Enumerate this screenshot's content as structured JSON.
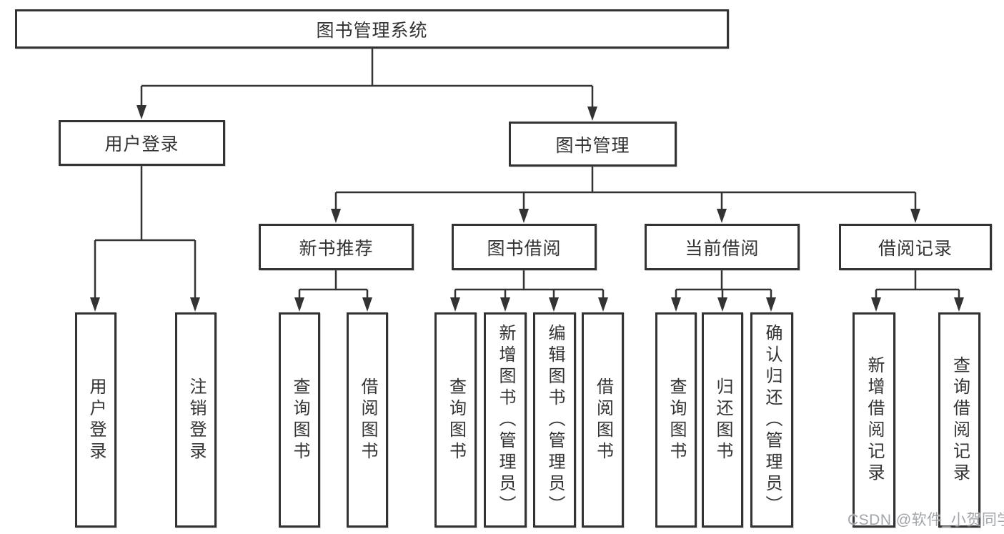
{
  "diagram": {
    "title": "图书管理系统",
    "user_login": {
      "label": "用户登录",
      "children": {
        "login": "用户登录",
        "logout": "注销登录"
      }
    },
    "book_mgmt": {
      "label": "图书管理",
      "new_book": {
        "label": "新书推荐",
        "children": {
          "query": "查询图书",
          "borrow": "借阅图书"
        }
      },
      "borrowing": {
        "label": "图书借阅",
        "children": {
          "query": "查询图书",
          "add": "新增图书（管理员）",
          "edit": "编辑图书（管理员）",
          "borrow": "借阅图书"
        }
      },
      "current": {
        "label": "当前借阅",
        "children": {
          "query": "查询图书",
          "return": "归还图书",
          "confirm": "确认归还（管理员）"
        }
      },
      "records": {
        "label": "借阅记录",
        "children": {
          "add": "新增借阅记录",
          "query": "查询借阅记录"
        }
      }
    }
  },
  "watermark": "CSDN @软件_小贺同学",
  "colors": {
    "line": "#333333",
    "box_border": "#333333",
    "text": "#333333",
    "watermark": "#a2a5aa",
    "background": "#ffffff"
  }
}
